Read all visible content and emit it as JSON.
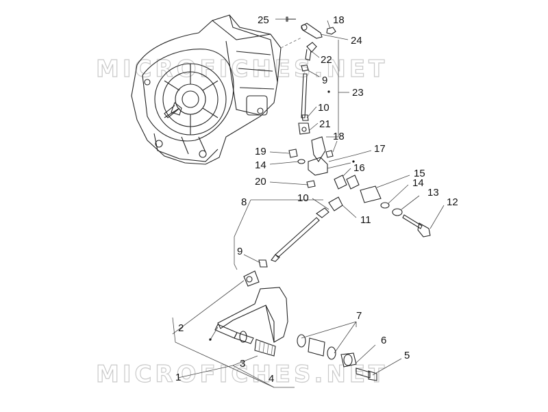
{
  "watermarks": [
    "MICROFICHES.NET",
    "MICROFICHES.NET"
  ],
  "callouts": [
    "25",
    "18",
    "24",
    "22",
    "9",
    "23",
    "10",
    "21",
    "18",
    "17",
    "19",
    "14",
    "16",
    "20",
    "15",
    "14",
    "13",
    "12",
    "8",
    "10",
    "11",
    "9",
    "2",
    "7",
    "6",
    "5",
    "3",
    "1",
    "4"
  ],
  "colors": {
    "line": "#222222",
    "watermark": "#c9c9c9",
    "background": "#ffffff"
  }
}
